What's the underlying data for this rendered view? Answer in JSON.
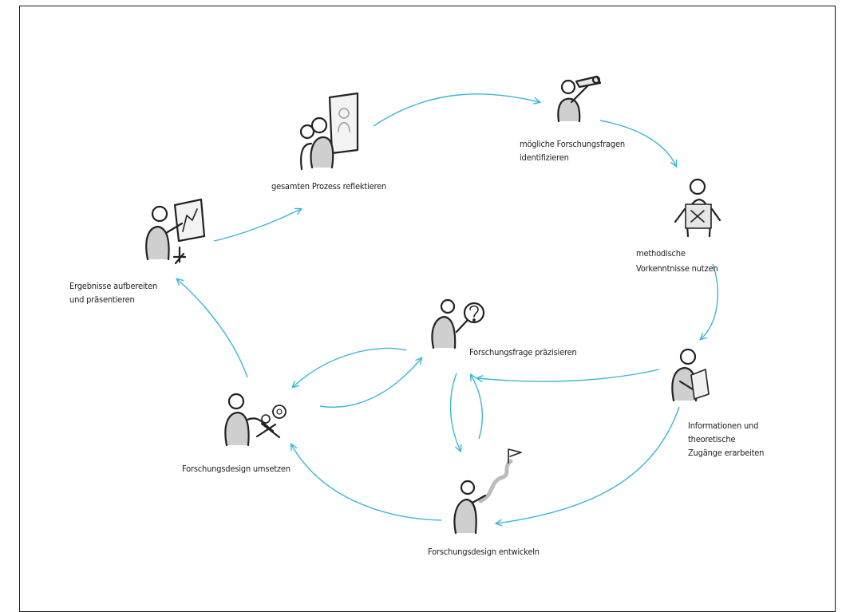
{
  "diagram": {
    "arrow_color": "#3bb6d9",
    "nodes": [
      {
        "id": "reflect",
        "icon": "presenter-at-easel-icon",
        "lines": [
          "gesamten Prozess reflektieren"
        ]
      },
      {
        "id": "identify",
        "icon": "person-with-binoculars-icon",
        "lines": [
          "mögliche Forschungsfragen",
          "identifizieren"
        ]
      },
      {
        "id": "methods",
        "icon": "person-with-toolbox-icon",
        "lines": [
          "methodische",
          "Vorkenntnisse nutzen"
        ]
      },
      {
        "id": "info",
        "icon": "person-reading-icon",
        "lines": [
          "Informationen und",
          "theoretische",
          "Zugänge erarbeiten"
        ]
      },
      {
        "id": "develop",
        "icon": "person-with-path-and-flag-icon",
        "lines": [
          "Forschungsdesign entwickeln"
        ]
      },
      {
        "id": "implement",
        "icon": "person-with-gears-icon",
        "lines": [
          "Forschungsdesign umsetzen"
        ]
      },
      {
        "id": "present",
        "icon": "person-presenting-chart-icon",
        "lines": [
          "Ergebnisse aufbereiten",
          "und präsentieren"
        ]
      },
      {
        "id": "refine",
        "icon": "person-with-question-magnifier-icon",
        "lines": [
          "Forschungsfrage präzisieren"
        ]
      }
    ]
  }
}
